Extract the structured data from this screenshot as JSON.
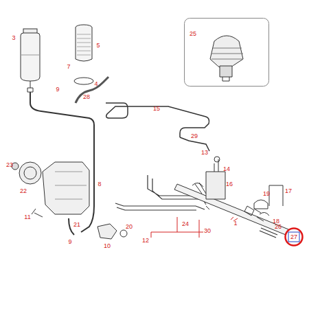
{
  "diagram": {
    "nodes": [
      {
        "text": [
          "25"
        ]
      },
      {
        "text": [
          "27"
        ]
      }
    ],
    "labels": [
      "3",
      "7",
      "5",
      "4",
      "9",
      "28",
      "15",
      "29",
      "13",
      "14",
      "16",
      "23",
      "22",
      "21",
      "8",
      "11",
      "9",
      "10",
      "20",
      "17",
      "19",
      "18",
      "1",
      "26",
      "24",
      "12",
      "30"
    ]
  }
}
